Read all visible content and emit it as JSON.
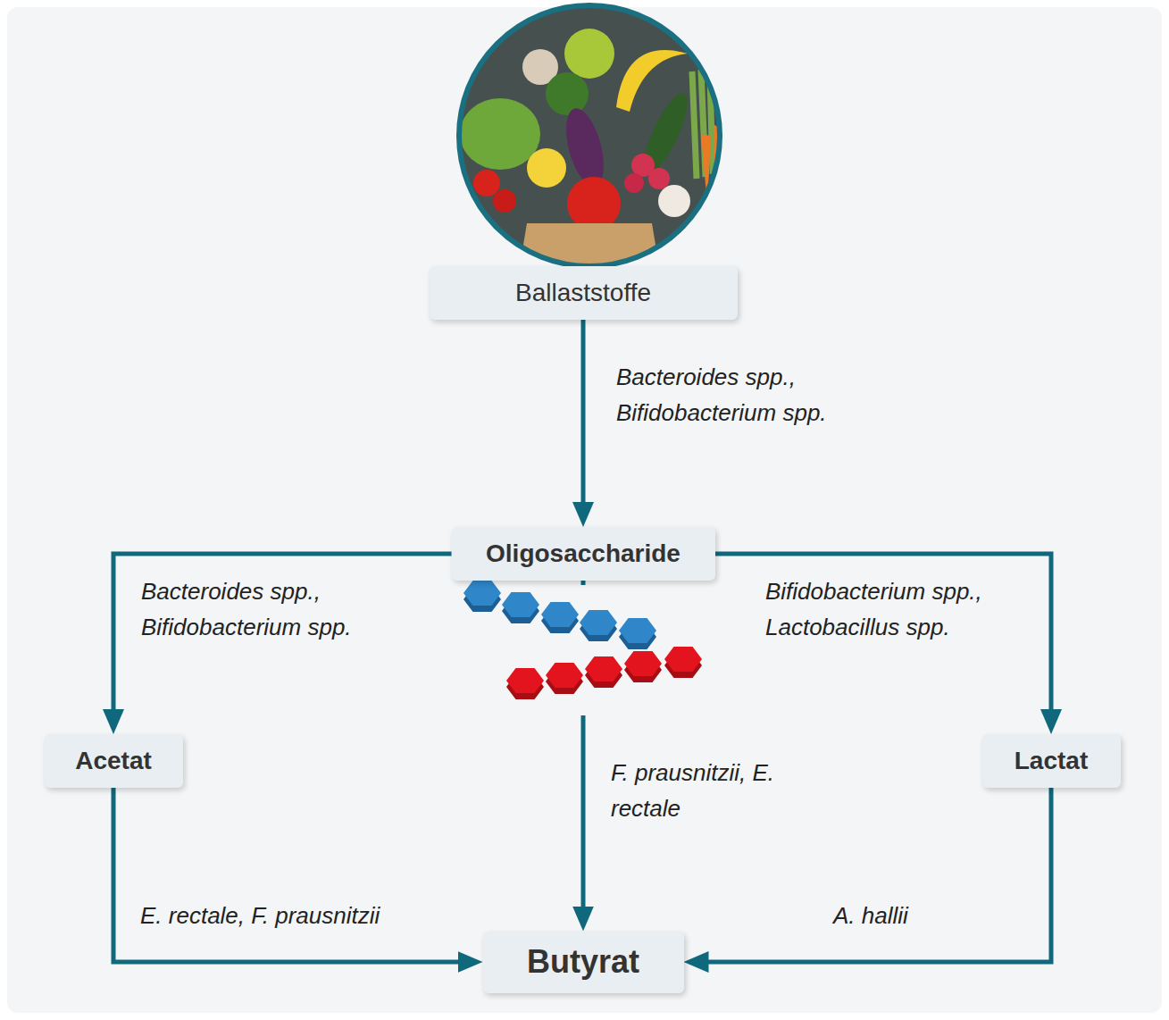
{
  "diagram": {
    "nodes": [
      {
        "text": [
          "Ballaststoffe"
        ]
      },
      {
        "text": [
          "Oligosaccharide"
        ]
      },
      {
        "text": [
          "Acetat"
        ]
      },
      {
        "text": [
          "Lactat"
        ]
      },
      {
        "text": [
          "Butyrat"
        ]
      }
    ],
    "edges": [
      {
        "from": 0,
        "to": 1,
        "arrow": "to",
        "label": "Bacteroides spp., Bifidobacterium spp."
      },
      {
        "from": 1,
        "to": 2,
        "arrow": "to",
        "label": "Bacteroides spp., Bifidobacterium spp."
      },
      {
        "from": 1,
        "to": 3,
        "arrow": "to",
        "label": "Bifidobacterium spp., Lactobacillus spp."
      },
      {
        "from": 1,
        "to": 4,
        "arrow": "to",
        "label": "F. prausnitzii, E. rectale"
      },
      {
        "from": 2,
        "to": 4,
        "arrow": "to",
        "label": "E. rectale, F. prausnitzii"
      },
      {
        "from": 3,
        "to": 4,
        "arrow": "to",
        "label": "A. hallii"
      }
    ]
  }
}
